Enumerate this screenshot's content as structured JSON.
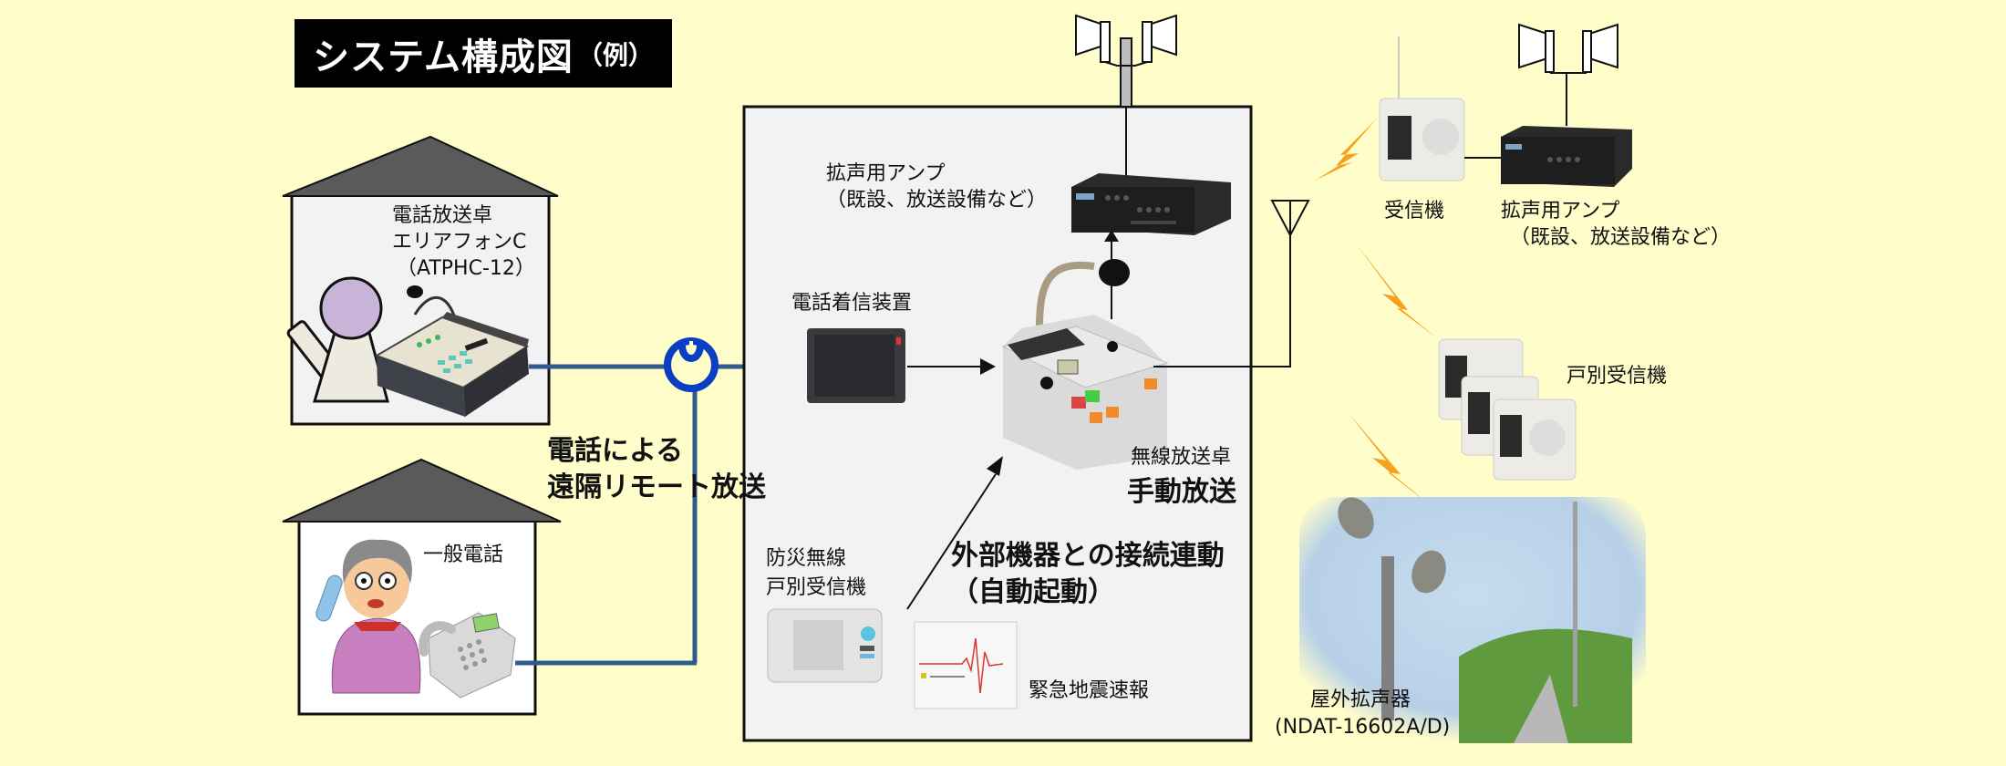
{
  "title": {
    "main": "システム構成図",
    "sub": "（例）"
  },
  "colors": {
    "background": "#FFFDCA",
    "panel": "#F2F2F2",
    "roof": "#5A5A5A",
    "phone_line": "#2F5A8E",
    "ntt_logo": "#0A3FC4",
    "lightning": "#F5A31F",
    "person_head": "#C8B4D8",
    "person_body": "#EDEBE0"
  },
  "house_broadcast": {
    "device_label_line1": "電話放送卓",
    "device_label_line2": "エリアフォンC",
    "device_model": "（ATPHC-12）"
  },
  "house_phone": {
    "label": "一般電話"
  },
  "remote_caption": {
    "line1": "電話による",
    "line2": "遠隔リモート放送"
  },
  "center": {
    "amp_label_line1": "拡声用アンプ",
    "amp_label_line2": "（既設、放送設備など）",
    "phone_receiver_label": "電話着信装置",
    "console_label": "無線放送卓",
    "console_mode": "手動放送",
    "disaster_radio_line1": "防災無線",
    "disaster_radio_line2": "戸別受信機",
    "external_caption_line1": "外部機器との接続連動",
    "external_caption_line2": "（自動起動）",
    "eew_label": "緊急地震速報"
  },
  "right": {
    "receiver_label": "受信機",
    "amp_label_line1": "拡声用アンプ",
    "amp_label_line2": "（既設、放送設備など）",
    "household_receiver_label": "戸別受信機",
    "outdoor_speaker_label": "屋外拡声器",
    "outdoor_speaker_model": "(NDAT-16602A/D)"
  }
}
